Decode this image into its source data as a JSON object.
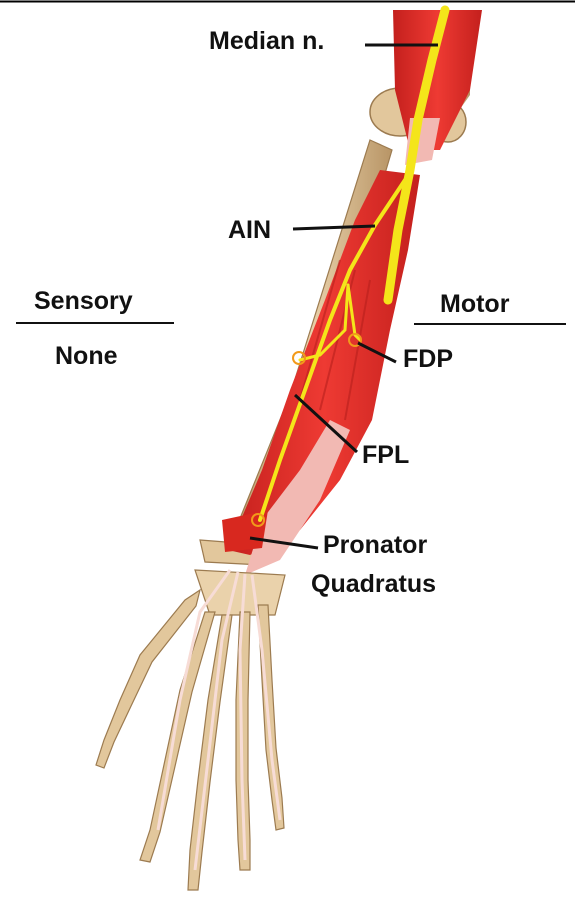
{
  "labels": {
    "median_nerve": "Median n.",
    "ain": "AIN",
    "sensory": "Sensory",
    "sensory_value": "None",
    "motor": "Motor",
    "fdp": "FDP",
    "fpl": "FPL",
    "pronator_line1": "Pronator",
    "pronator_line2": "Quadratus"
  },
  "colors": {
    "muscle": "#e8302b",
    "muscle_dark": "#b81f1c",
    "tendon": "#f2b9b3",
    "bone": "#d9b98c",
    "bone_shade": "#a8875c",
    "nerve": "#f4e51a",
    "leader_line": "#111111"
  }
}
